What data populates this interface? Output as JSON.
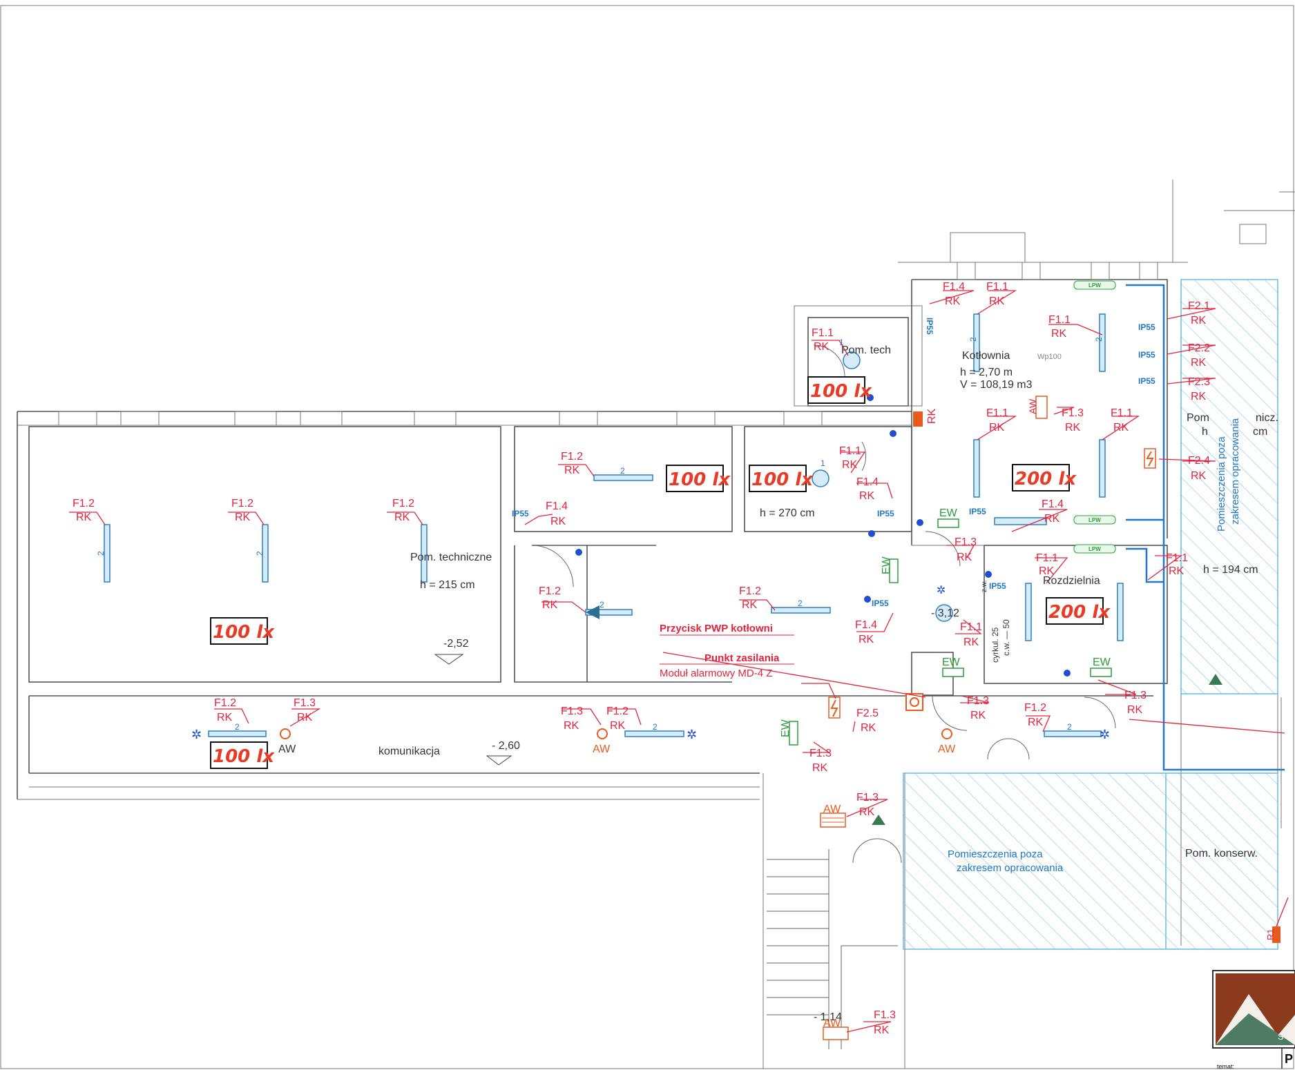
{
  "rooms": {
    "kotlownia": {
      "name": "Kotłownia",
      "height": "h = 2,70 m",
      "volume": "V = 108,19 m3",
      "vent": "Wp100"
    },
    "pom_tech": {
      "name": "Pom. tech"
    },
    "pom_techniczne": {
      "name": "Pom. techniczne",
      "height": "h = 215 cm"
    },
    "room_270": {
      "height": "h = 270 cm"
    },
    "rozdzielnia": {
      "name": "Rozdzielnia"
    },
    "komunikacja": {
      "name": "komunikacja"
    },
    "right_room": {
      "name_a": "Pom",
      "name_b": "nicz.",
      "h": "h",
      "cm": "cm",
      "height": "h = 194 cm"
    },
    "pom_konserw": {
      "name": "Pom. konserw."
    },
    "excluded_a": {
      "line1": "Pomieszczenia poza",
      "line2": "zakresem opracowania"
    },
    "excluded_b": {
      "line1": "Pomieszczenia poza",
      "line2": "zakresem opracowania"
    }
  },
  "lux": {
    "big_room": "100 lx",
    "corridor": "100 lx",
    "middle": "100 lx",
    "room_270": "100 lx",
    "pom_tech": "100 lx",
    "kotlownia": "200 lx",
    "rozdzielnia": "200 lx"
  },
  "levels": {
    "big_room": "-2,52",
    "corridor": "- 2,60",
    "boiler": "- 3,12",
    "stairs": "- 1,14"
  },
  "annotations": {
    "pwp_button": "Przycisk PWP kotłowni",
    "power_point": "Punkt zasilania",
    "alarm_module": "Moduł alarmowy MD-4 Z",
    "cyrkul": "cyrkul. 25",
    "cw": "c.w. — 50",
    "zw": "z.w.",
    "rk_wall": "RK",
    "r1": "R1"
  },
  "circuit_labels": {
    "rk": "RK",
    "ip55": "IP55",
    "aw": "AW",
    "ew": "EW",
    "lpw": "LPW",
    "lamp_no": "2",
    "lamp_one": "1",
    "f11": "F1.1",
    "f12": "F1.2",
    "f13": "F1.3",
    "f14": "F1.4",
    "f21": "F2.1",
    "f22": "F2.2",
    "f23": "F2.3",
    "f24": "F2.4",
    "f25": "F2.5"
  },
  "title_block": {
    "letter": "S",
    "page": "P",
    "field": "temat:"
  },
  "colors": {
    "circuit_red": "#e4233d",
    "lamp_blue": "#1f78c8",
    "emergency_green": "#2a9d3a",
    "alarm_orange": "#e85a1e",
    "excluded_hatch": "#5bb7e3",
    "logo_brown": "#8b3a1e"
  }
}
